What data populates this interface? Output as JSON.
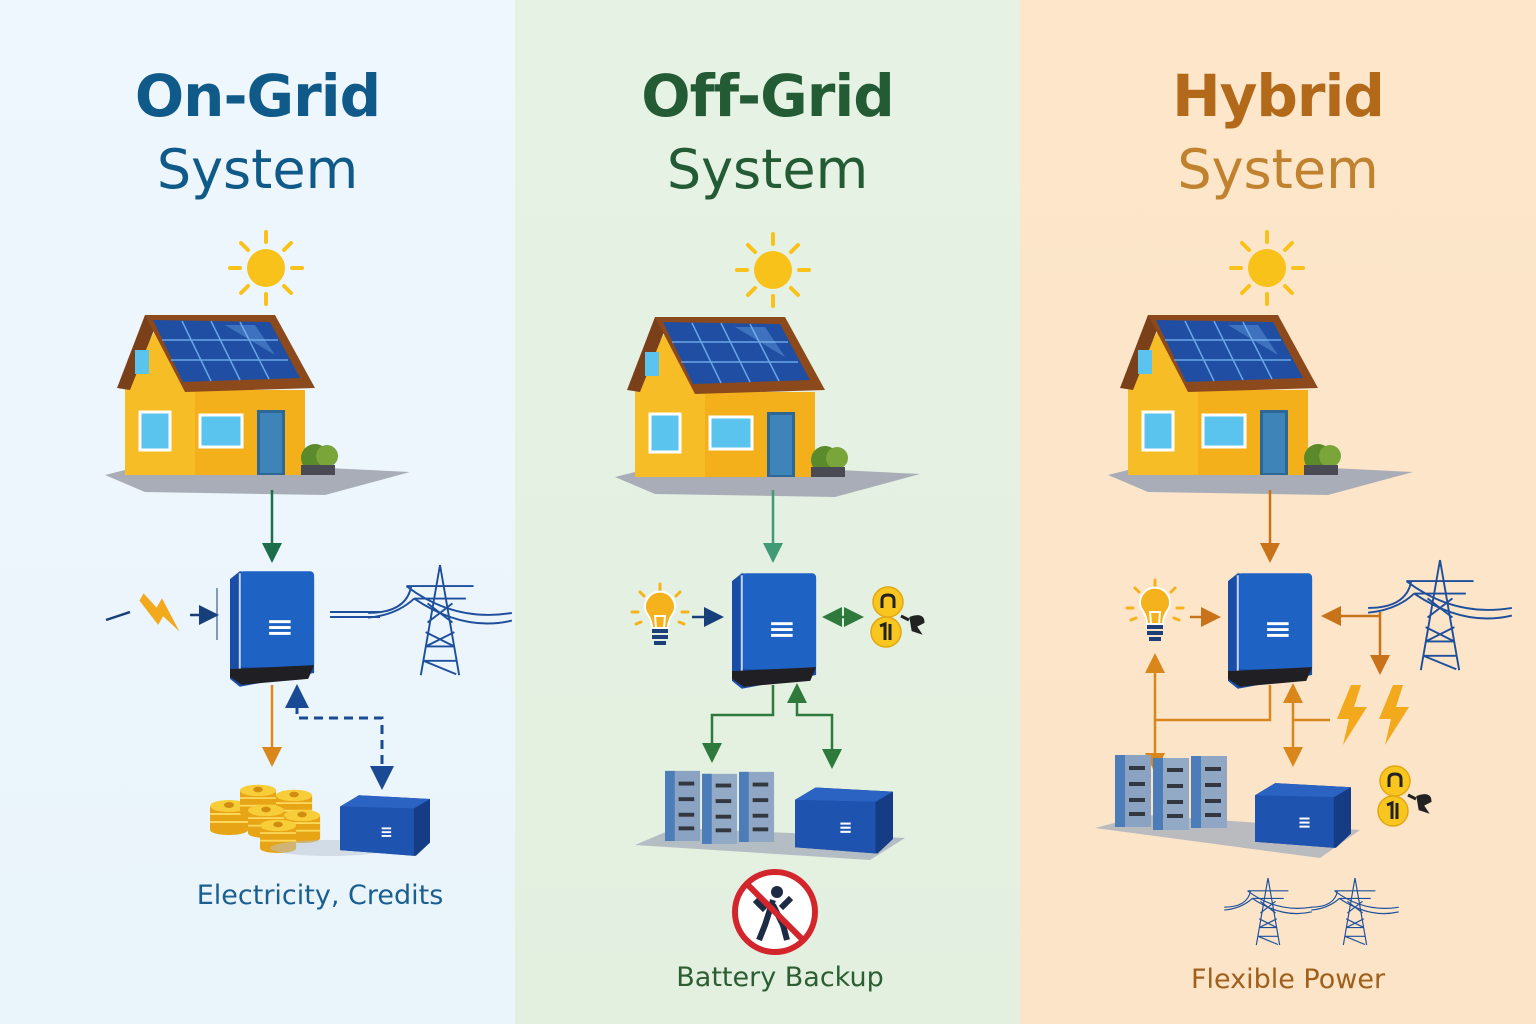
{
  "panels": [
    {
      "title": "On-Grid",
      "subtitle": "System",
      "caption": "Electricity, Credits",
      "accent": "#0f5a88"
    },
    {
      "title": "Off-Grid",
      "subtitle": "System",
      "caption": "Battery Backup",
      "accent": "#235b35"
    },
    {
      "title": "Hybrid",
      "subtitle": "System",
      "caption": "Flexible Power",
      "accent": "#b3691a"
    }
  ],
  "icons": [
    "sun-icon",
    "house-icon",
    "solar-panel-icon",
    "inverter-icon",
    "power-tower-icon",
    "battery-icon",
    "battery-rack-icon",
    "coins-icon",
    "light-bulb-icon",
    "lightning-icon",
    "no-entry-icon"
  ]
}
